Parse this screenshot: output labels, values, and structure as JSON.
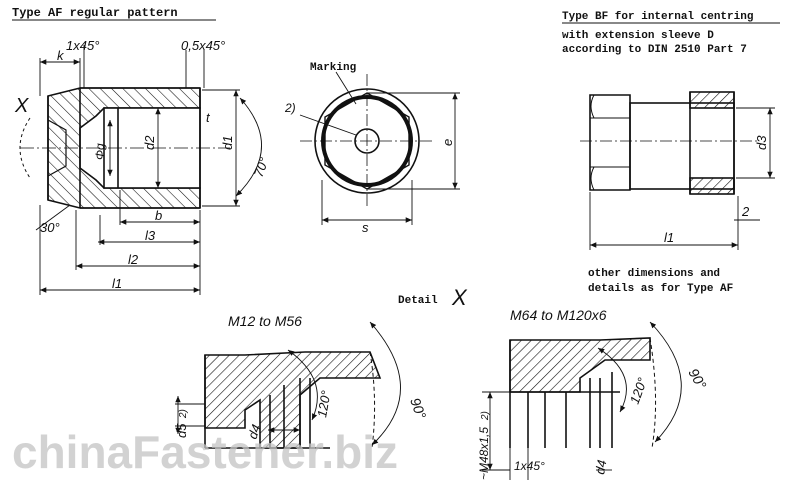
{
  "titles": {
    "type_af": "Type AF regular pattern",
    "type_bf": "Type BF for internal centring",
    "type_bf_line2": "with extension sleeve D",
    "type_bf_line3": "according to DIN 2510 Part 7"
  },
  "note": {
    "line1": "other dimensions and",
    "line2": "details as for Type AF"
  },
  "detail": {
    "label": "Detail",
    "letter": "X",
    "left_title": "M12 to M56",
    "right_title": "M64 to M120x6",
    "d5": "d5",
    "d5_sup": "2)",
    "d4_left": "d4",
    "d4_right": "d4",
    "angle_120_left": "120°",
    "angle_90_left": "90°",
    "angle_120_right": "120°",
    "angle_90_right": "90°",
    "m48": "~M48x1,5",
    "m48_sup": "2)",
    "chamfer_right": "1x45°"
  },
  "af": {
    "chamfer_left": "1x45°",
    "chamfer_right": "0,5x45°",
    "k": "k",
    "x": "X",
    "d9": "Φg",
    "d2": "d2",
    "t": "t",
    "d1": "d1",
    "angle70": "70°",
    "angle30": "30°",
    "b": "b",
    "l3": "l3",
    "l2": "l2",
    "l1": "l1"
  },
  "end_view": {
    "marking": "Marking",
    "note2": "2)",
    "e": "e",
    "s": "s"
  },
  "bf": {
    "d3": "d3",
    "dim2": "2",
    "l1": "l1"
  },
  "watermark": "chinaFastener.biz"
}
